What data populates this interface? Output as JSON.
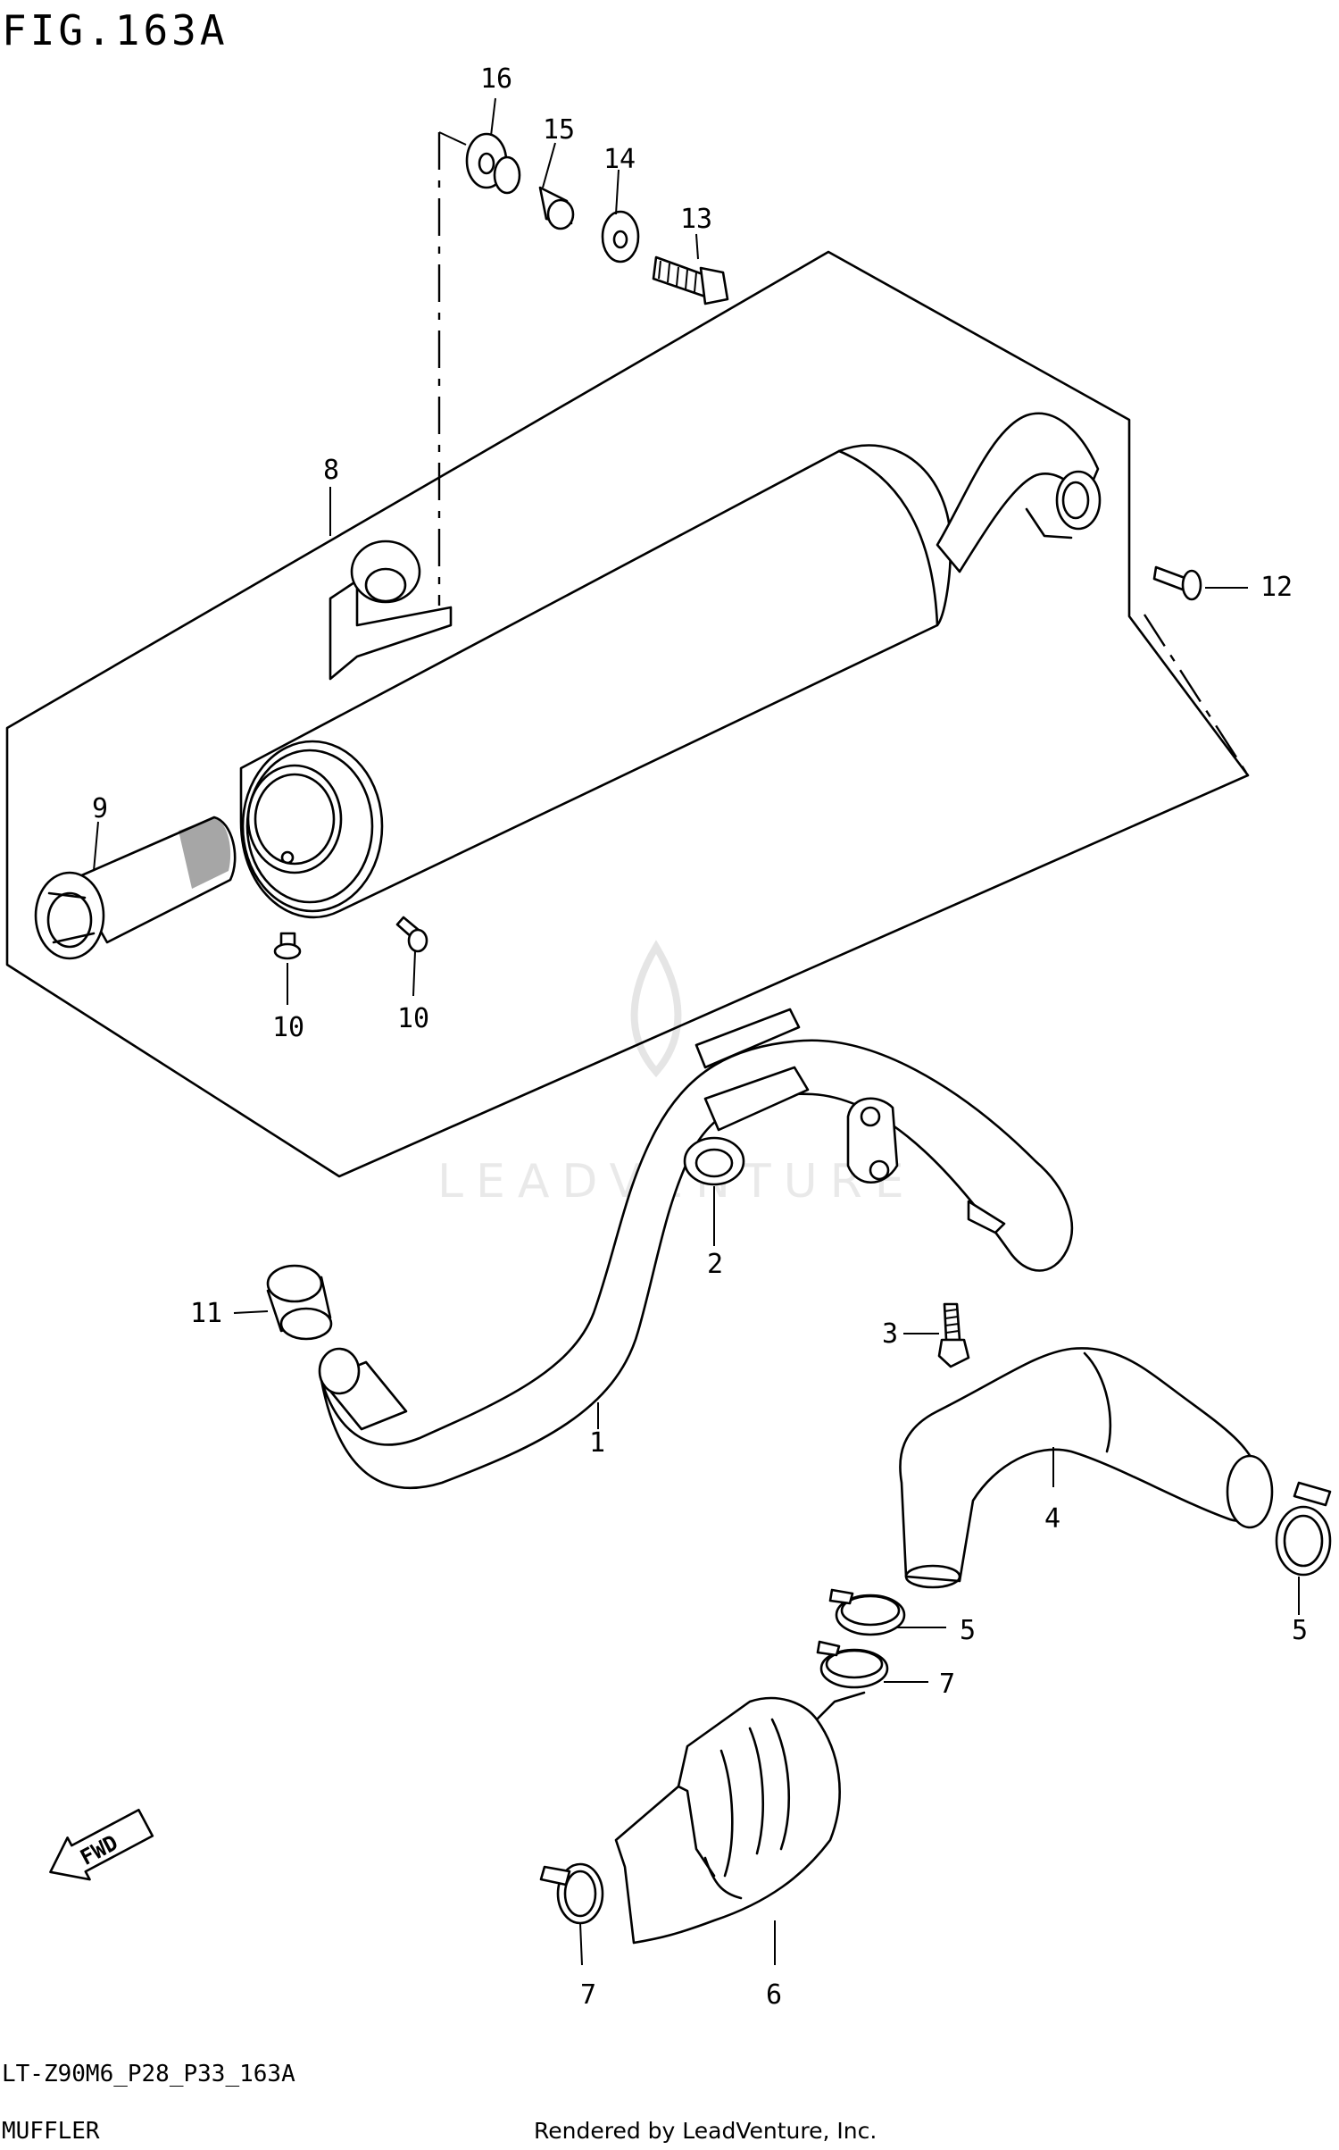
{
  "figure": {
    "title": "FIG.163A",
    "model_code": "LT-Z90M6_P28_P33_163A",
    "section_name": "MUFFLER",
    "credit": "Rendered by LeadVenture, Inc.",
    "watermark": "LEADVENTURE",
    "direction_marker": "FWD"
  },
  "callouts": [
    {
      "id": "c16",
      "number": "16"
    },
    {
      "id": "c15",
      "number": "15"
    },
    {
      "id": "c14",
      "number": "14"
    },
    {
      "id": "c13",
      "number": "13"
    },
    {
      "id": "c8",
      "number": "8"
    },
    {
      "id": "c12",
      "number": "12"
    },
    {
      "id": "c9",
      "number": "9"
    },
    {
      "id": "c10a",
      "number": "10"
    },
    {
      "id": "c10b",
      "number": "10"
    },
    {
      "id": "c2",
      "number": "2"
    },
    {
      "id": "c11",
      "number": "11"
    },
    {
      "id": "c3",
      "number": "3"
    },
    {
      "id": "c1",
      "number": "1"
    },
    {
      "id": "c4",
      "number": "4"
    },
    {
      "id": "c5a",
      "number": "5"
    },
    {
      "id": "c5b",
      "number": "5"
    },
    {
      "id": "c7a",
      "number": "7"
    },
    {
      "id": "c7b",
      "number": "7"
    },
    {
      "id": "c6",
      "number": "6"
    }
  ]
}
